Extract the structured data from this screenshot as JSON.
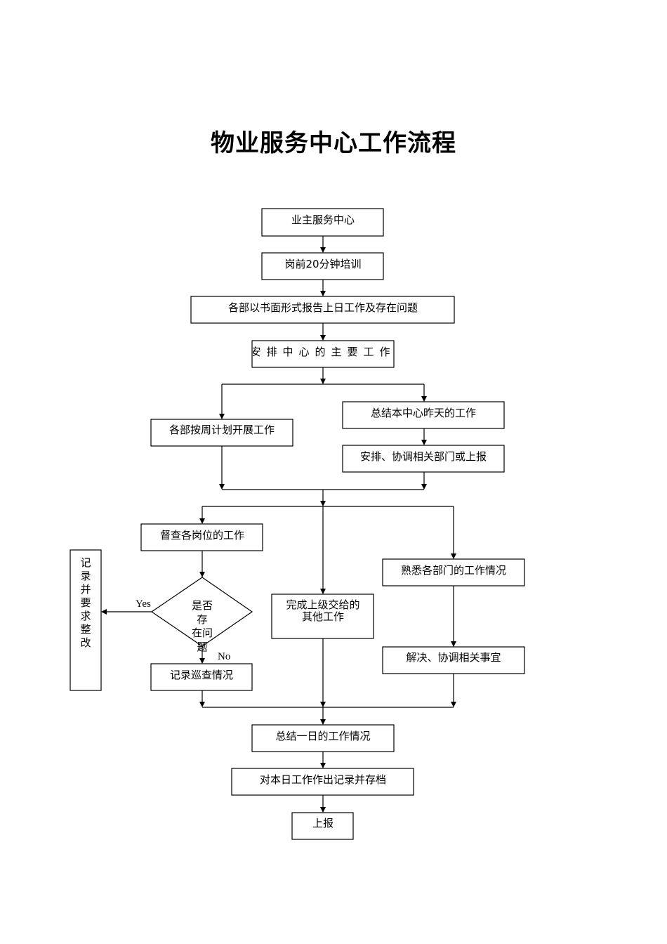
{
  "title": "物业服务中心工作流程",
  "nodes": {
    "n1": "业主服务中心",
    "n2": "岗前20分钟培训",
    "n3": "各部以书面形式报告上日工作及存在问题",
    "n4": "安排中心的主要工作",
    "n5": "总结本中心昨天的工作",
    "n6": "各部按周计划开展工作",
    "n7": "安排、协调相关部门或上报",
    "n8": "督查各岗位的工作",
    "n9_line1": "完成上级交给的",
    "n9_line2": "其他工作",
    "n10": "熟悉各部门的工作情况",
    "decision": [
      "是否",
      "存",
      "在问",
      "题"
    ],
    "n11": "记录巡查情况",
    "n12": "解决、协调相关事宜",
    "side": "记录并要求整改",
    "n13": "总结一日的工作情况",
    "n14": "对本日工作作出记录并存档",
    "n15": "上报"
  },
  "labels": {
    "yes": "Yes",
    "no": "No"
  }
}
